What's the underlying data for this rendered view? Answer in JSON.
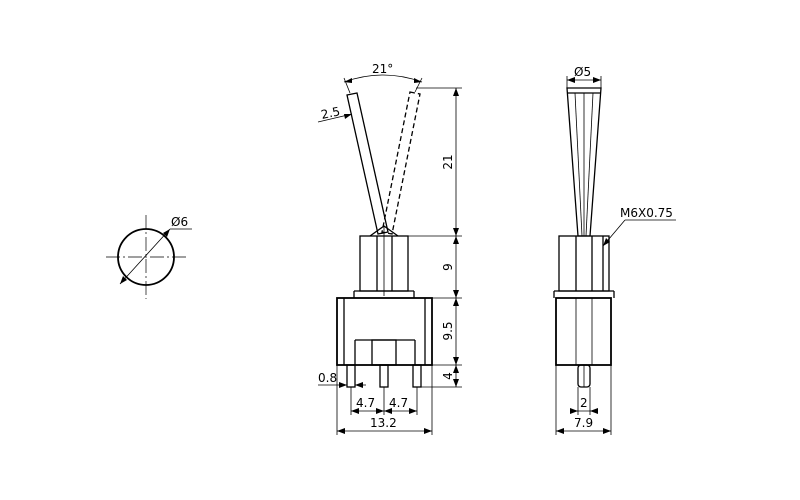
{
  "dims": {
    "diameter_circle": "Ø6",
    "angle": "21°",
    "lever_width": "2.5",
    "lever_height": "21",
    "bushing_height": "9",
    "body_height": "9.5",
    "pin_height": "4",
    "pin_thickness": "0.8",
    "pitch_left": "4.7",
    "pitch_right": "4.7",
    "body_width": "13.2",
    "lever_diameter": "Ø5",
    "thread": "M6X0.75",
    "pin_width": "2",
    "side_width": "7.9"
  }
}
